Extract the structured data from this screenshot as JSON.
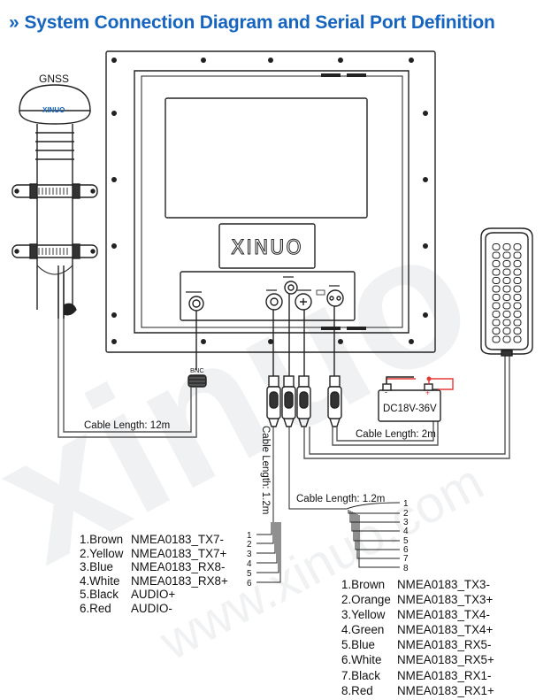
{
  "title": {
    "chevron": "»",
    "text": "System Connection Diagram and Serial Port Definition"
  },
  "colors": {
    "title": "#1565c0",
    "line": "#222222",
    "cable": "#555555",
    "red_wire": "#e53935"
  },
  "gnss_label": "GNSS",
  "brand": "XINUO",
  "bnc_label": "BNC",
  "cable_gnss": "Cable Length: 12m",
  "cable_power": "Cable Length: 2m",
  "cable_vertical": "Cable Length: 1.2m",
  "cable_tail": "Cable Length: 1.2m",
  "power_supply": {
    "label": "DC18V-36V",
    "minus": "-",
    "plus": "+"
  },
  "port1_wires": [
    {
      "num": "1",
      "color": "Brown",
      "signal": "NMEA0183_TX7-"
    },
    {
      "num": "2",
      "color": "Yellow",
      "signal": "NMEA0183_TX7+"
    },
    {
      "num": "3",
      "color": "Blue",
      "signal": "NMEA0183_RX8-"
    },
    {
      "num": "4",
      "color": "White",
      "signal": "NMEA0183_RX8+"
    },
    {
      "num": "5",
      "color": "Black",
      "signal": "AUDIO+"
    },
    {
      "num": "6",
      "color": "Red",
      "signal": "AUDIO-"
    }
  ],
  "port2_wires": [
    {
      "num": "1",
      "color": "Brown",
      "signal": "NMEA0183_TX3-"
    },
    {
      "num": "2",
      "color": "Orange",
      "signal": "NMEA0183_TX3+"
    },
    {
      "num": "3",
      "color": "Yellow",
      "signal": "NMEA0183_TX4-"
    },
    {
      "num": "4",
      "color": "Green",
      "signal": "NMEA0183_TX4+"
    },
    {
      "num": "5",
      "color": "Blue",
      "signal": "NMEA0183_RX5-"
    },
    {
      "num": "6",
      "color": "White",
      "signal": "NMEA0183_RX5+"
    },
    {
      "num": "7",
      "color": "Black",
      "signal": "NMEA0183_RX1-"
    },
    {
      "num": "8",
      "color": "Red",
      "signal": "NMEA0183_RX1+"
    }
  ],
  "watermark": {
    "main": "xinuo",
    "url": "www.xinuo.com"
  }
}
